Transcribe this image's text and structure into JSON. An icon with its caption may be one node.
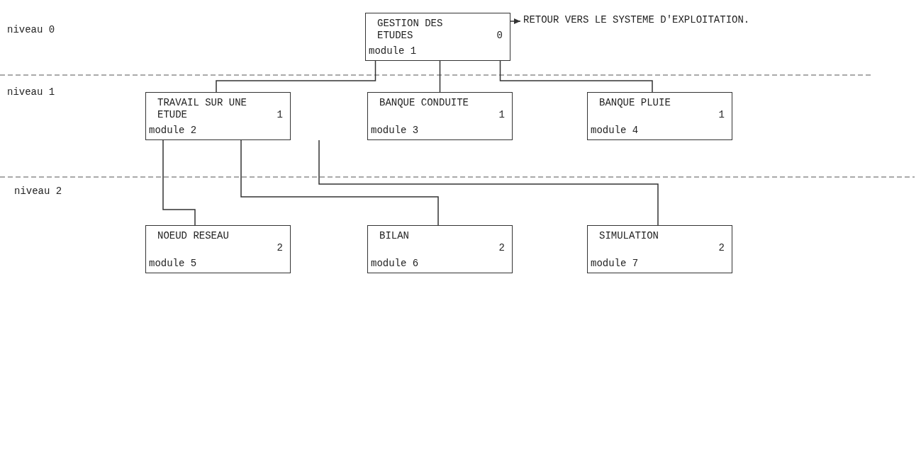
{
  "diagram": {
    "nodes": [
      {
        "text": [
          "GESTION DES ETUDES",
          "0",
          "module 1"
        ]
      },
      {
        "text": [
          "RETOUR VERS LE SYSTEME D'EXPLOITATION."
        ]
      },
      {
        "text": [
          "TRAVAIL SUR UNE ETUDE",
          "1",
          "module 2"
        ]
      },
      {
        "text": [
          "BANQUE CONDUITE",
          "1",
          "module 3"
        ]
      },
      {
        "text": [
          "BANQUE PLUIE",
          "1",
          "module 4"
        ]
      },
      {
        "text": [
          "NOEUD RESEAU",
          "2",
          "module 5"
        ]
      },
      {
        "text": [
          "BILAN",
          "2",
          "module 6"
        ]
      },
      {
        "text": [
          "SIMULATION",
          "2",
          "module 7"
        ]
      }
    ],
    "edges": [
      {
        "from": 0,
        "to": 1,
        "arrow": "to"
      },
      {
        "from": 0,
        "to": 2,
        "arrow": "none"
      },
      {
        "from": 0,
        "to": 3,
        "arrow": "none"
      },
      {
        "from": 0,
        "to": 4,
        "arrow": "none"
      },
      {
        "from": 2,
        "to": 5,
        "arrow": "none"
      },
      {
        "from": 2,
        "to": 6,
        "arrow": "none"
      },
      {
        "from": 2,
        "to": 7,
        "arrow": "none"
      }
    ],
    "labels": [
      "niveau 0",
      "niveau 1",
      "niveau 2"
    ]
  }
}
